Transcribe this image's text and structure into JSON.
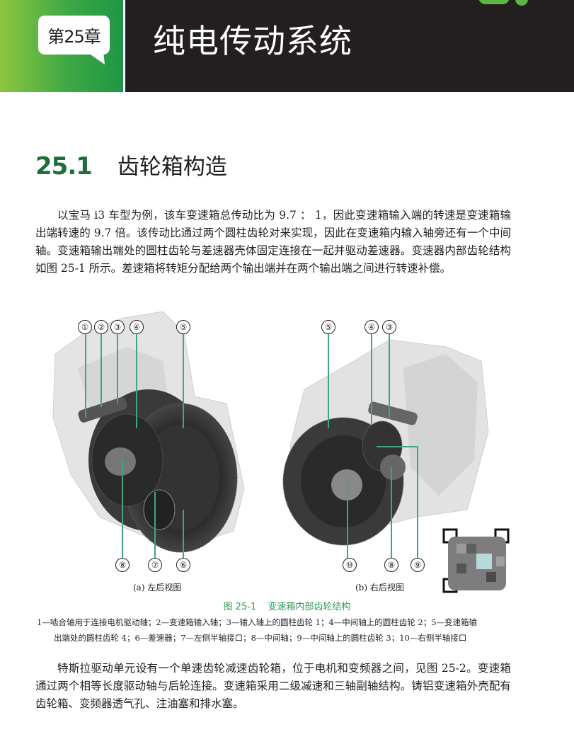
{
  "header": {
    "chapter_badge": "第25章",
    "chapter_title": "纯电传动系统",
    "colors": {
      "green_start": "#8cc63f",
      "green_end": "#1f9646",
      "dark": "#231f20"
    }
  },
  "section": {
    "number": "25.1",
    "title": "齿轮箱构造",
    "number_color": "#1e6e3c"
  },
  "paragraphs": [
    "以宝马 i3 车型为例，该车变速箱总传动比为 9.7 ： 1，因此变速箱输入端的转速是变速箱输出端转速的 9.7 倍。该传动比通过两个圆柱齿轮对来实现，因此在变速箱内输入轴旁还有一个中间轴。变速箱输出端处的圆柱齿轮与差速器壳体固定连接在一起并驱动差速器。变速器内部齿轮结构如图 25-1 所示。差速箱将转矩分配给两个输出端并在两个输出端之间进行转速补偿。",
    "特斯拉驱动单元设有一个单速齿轮减速齿轮箱，位于电机和变频器之间，见图 25-2。变速箱通过两个相等长度驱动轴与后轮连接。变速箱采用二级减速和三轴副轴结构。铸铝变速箱外壳配有齿轮箱、变频器透气孔、注油塞和排水塞。"
  ],
  "figure": {
    "left_view": {
      "caption": "(a) 左后视图",
      "callouts_top": [
        "①",
        "②",
        "③",
        "④",
        "⑤"
      ],
      "callouts_bottom": [
        "⑧",
        "⑦",
        "⑥"
      ]
    },
    "right_view": {
      "caption": "(b) 右后视图",
      "callouts_top": [
        "⑤",
        "④",
        "③"
      ],
      "callouts_bottom": [
        "⑩",
        "⑧",
        "⑨"
      ]
    },
    "label": "图 25-1",
    "title": "变速箱内部齿轮结构",
    "legend_line1": "1—啮合轴用于连接电机驱动轴；2—变速箱输入轴；3—输入轴上的圆柱齿轮 1；4—中间轴上的圆柱齿轮 2；5—变速箱输",
    "legend_line2": "出端处的圆柱齿轮 4；6—差速器；7—左侧半轴接口；8—中间轴；9—中间轴上的圆柱齿轮 3；10—右侧半轴接口",
    "leader_color": "#3da87a"
  }
}
